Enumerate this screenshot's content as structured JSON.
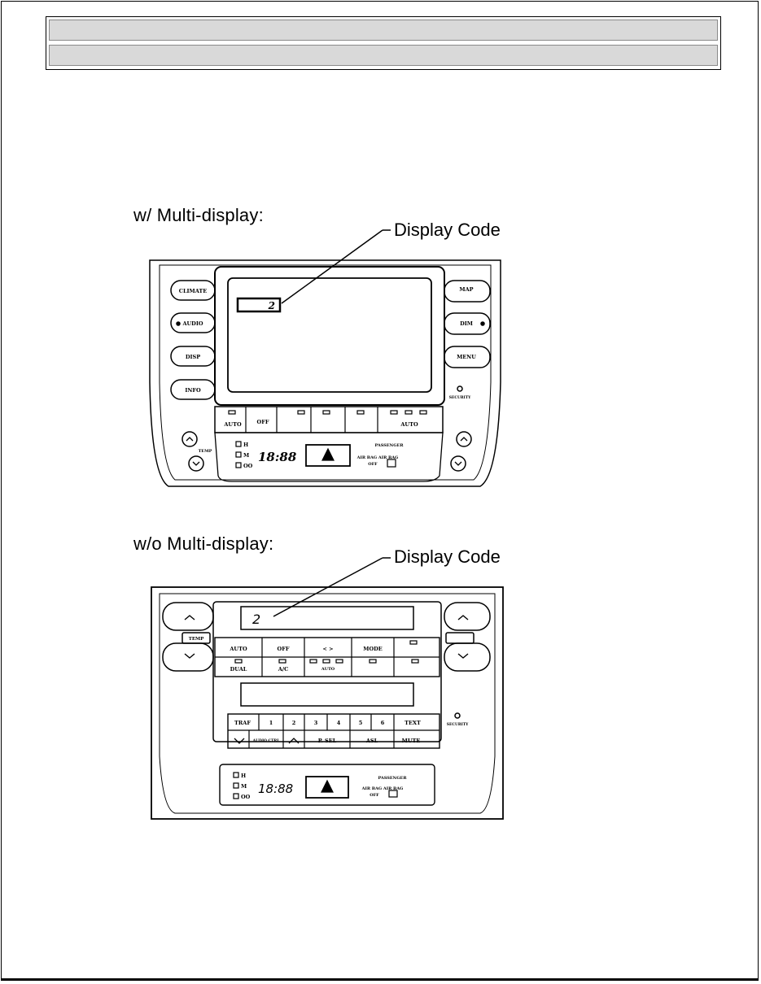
{
  "header": {
    "bar1": "",
    "bar2": ""
  },
  "diagrams": [
    {
      "label": "w/ Multi-display:",
      "callout": "Display Code",
      "code": "2",
      "left_buttons": [
        "CLIMATE",
        "AUDIO",
        "DISP",
        "INFO"
      ],
      "right_buttons": [
        "MAP",
        "DIM",
        "MENU"
      ],
      "climate_buttons": [
        "AUTO",
        "OFF",
        "",
        "",
        "",
        "AUTO"
      ],
      "seat_indicators": [
        "H",
        "M",
        "OO"
      ],
      "clock": "18:88",
      "passenger_label": "PASSENGER",
      "airbag_label": "AIR BAG AIR BAG",
      "airbag_off": "OFF",
      "temp_label": "TEMP",
      "security_label": "SECURITY"
    },
    {
      "label": "w/o Multi-display:",
      "callout": "Display Code",
      "code": "2",
      "row1_buttons": [
        "AUTO",
        "OFF",
        "<   >",
        "MODE",
        ""
      ],
      "row2_buttons": [
        "DUAL",
        "A/C",
        "AUTO",
        "",
        ""
      ],
      "preset_buttons": [
        "TRAF",
        "1",
        "2",
        "3",
        "4",
        "5",
        "6",
        "TEXT"
      ],
      "bottom_buttons": [
        "",
        "AUDIO CTRL",
        "",
        "P. SEL",
        "ASL",
        "MUTE"
      ],
      "seat_indicators": [
        "H",
        "M",
        "OO"
      ],
      "clock": "18:88",
      "passenger_label": "PASSENGER",
      "airbag_label": "AIR BAG AIR BAG",
      "airbag_off": "OFF",
      "temp_label": "TEMP",
      "security_label": "SECURITY"
    }
  ]
}
